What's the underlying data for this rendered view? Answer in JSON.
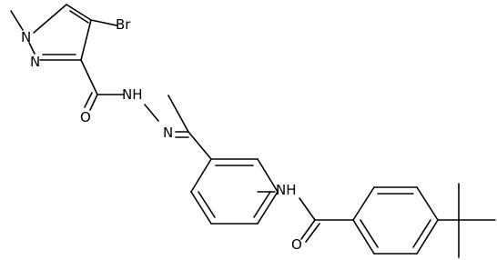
{
  "structure": {
    "atom_labels": {
      "br": "Br",
      "n_methyl": "N",
      "methyl_sub": "",
      "n_ring": "N",
      "o_hydrazide": "O",
      "nh_hydrazide": "NH",
      "n_imine": "N",
      "nh_amide": "NH",
      "o_amide": "O"
    },
    "colors": {
      "bond": "#000000",
      "label": "#000000",
      "background": "#ffffff"
    }
  }
}
